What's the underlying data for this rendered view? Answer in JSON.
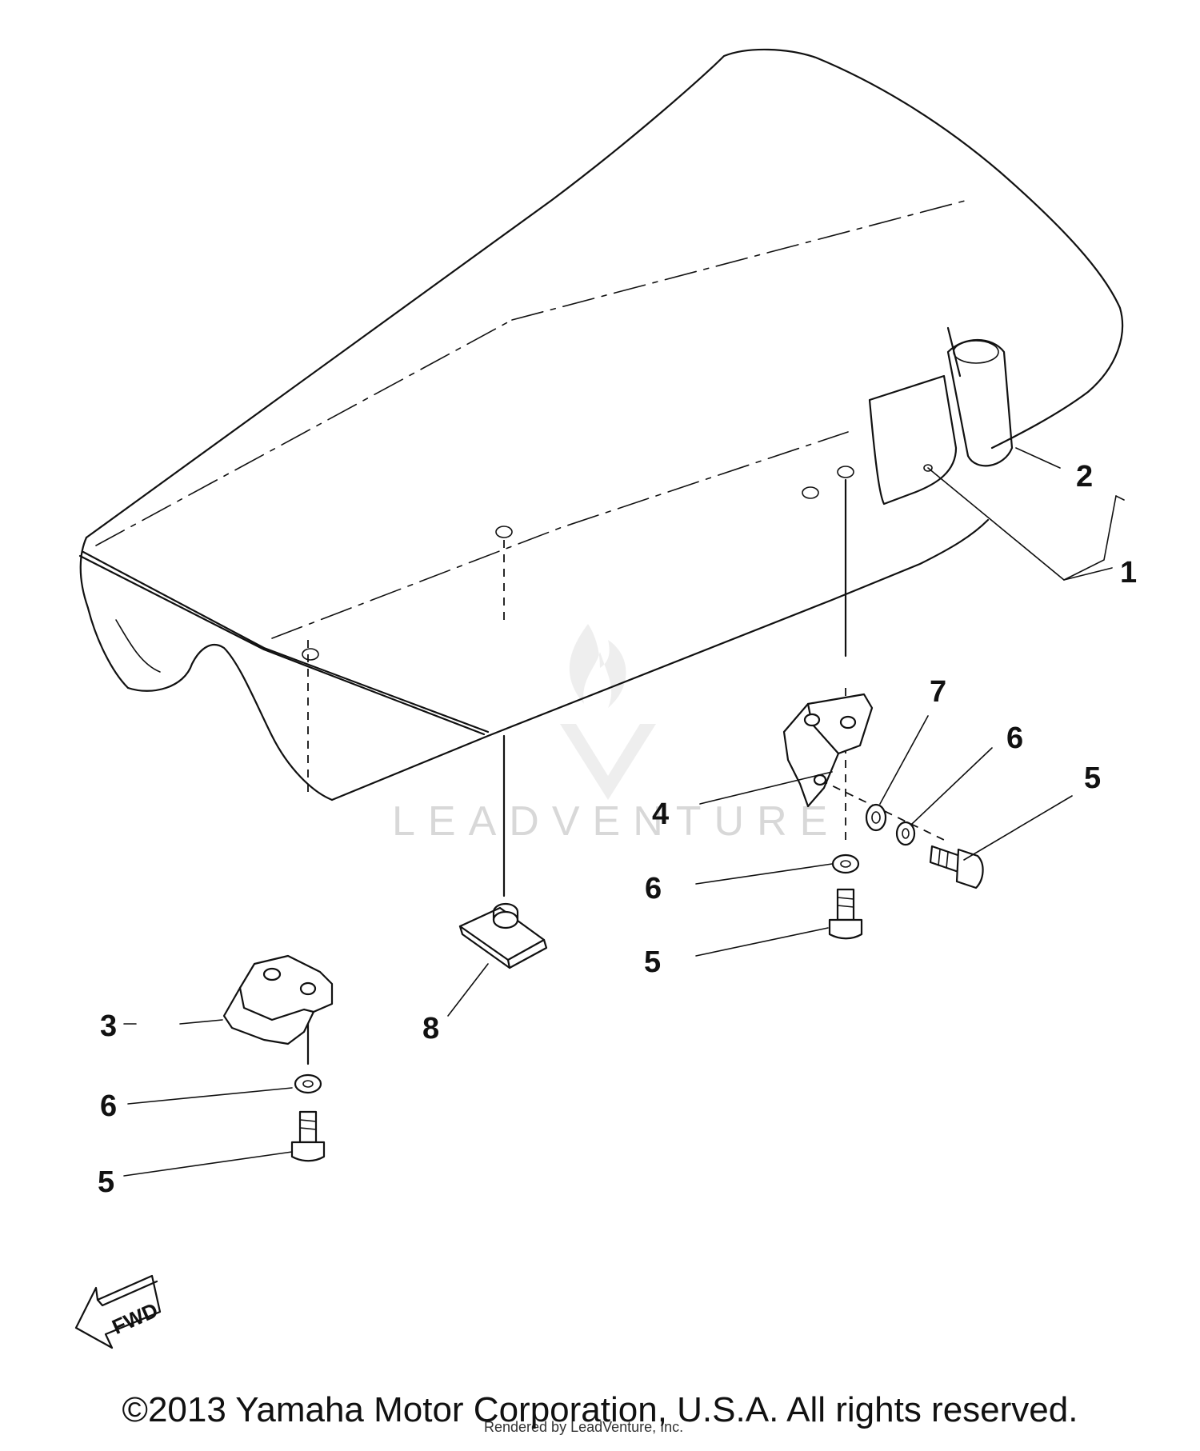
{
  "callouts": {
    "c1": "1",
    "c2": "2",
    "c3": "3",
    "c4": "4",
    "c5a": "5",
    "c5b": "5",
    "c5c": "5",
    "c6a": "6",
    "c6b": "6",
    "c6c": "6",
    "c7": "7",
    "c8": "8"
  },
  "fwd_label": "FWD",
  "watermark": {
    "brand": "LEADVENTURE",
    "small": "Rendered by LeadVenture, Inc."
  },
  "copyright": "©2013 Yamaha Motor Corporation, U.S.A. All rights reserved.",
  "colors": {
    "line": "#111111",
    "watermark": "#d8d8d8",
    "background": "#ffffff"
  }
}
